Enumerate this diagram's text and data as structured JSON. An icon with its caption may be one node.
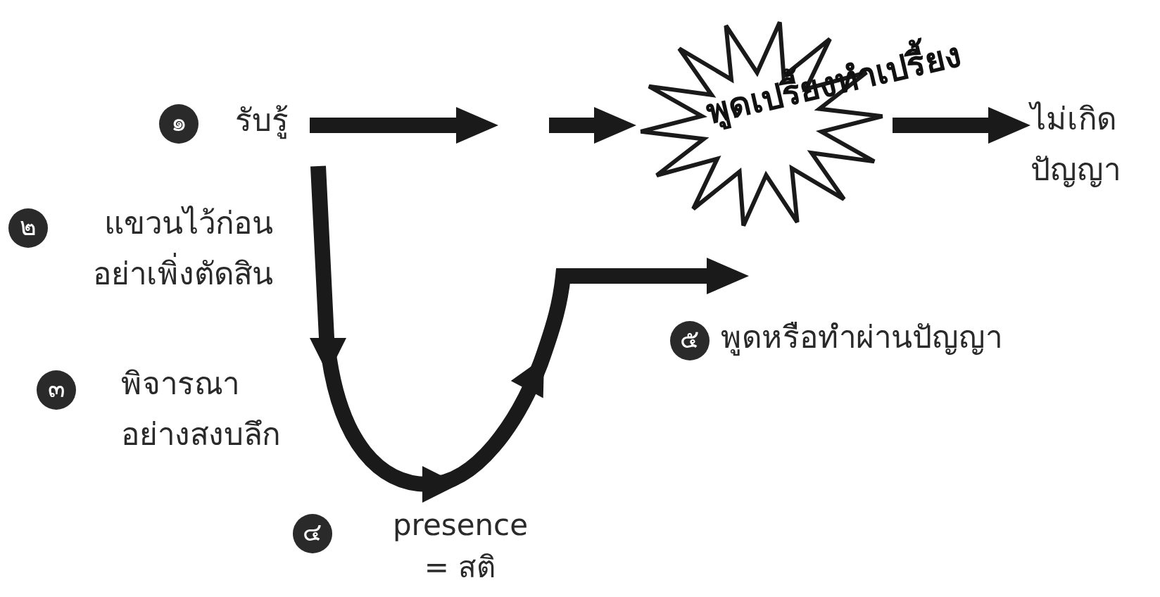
{
  "diagram": {
    "nodes": [
      {
        "text": [
          "๑",
          "รับรู้"
        ]
      },
      {
        "text": [
          "พูดเปรี้ยงทำเปรี้ยง"
        ]
      },
      {
        "text": [
          "ไม่เกิด ปัญญา"
        ]
      },
      {
        "text": [
          "๒",
          "แขวนไว้ก่อน อย่าเพิ่งตัดสิน"
        ]
      },
      {
        "text": [
          "๓",
          "พิจารณา อย่างสงบลึก"
        ]
      },
      {
        "text": [
          "๔",
          "presence = สติ"
        ]
      },
      {
        "text": [
          "๕",
          "พูดหรือทำผ่านปัญญา"
        ]
      }
    ],
    "edges": [
      {
        "from": 0,
        "to": null,
        "arrow": "to"
      },
      {
        "from": null,
        "to": 1,
        "arrow": "to"
      },
      {
        "from": 1,
        "to": 2,
        "arrow": "to"
      },
      {
        "from": 0,
        "to": 6,
        "arrow": "to"
      }
    ]
  }
}
